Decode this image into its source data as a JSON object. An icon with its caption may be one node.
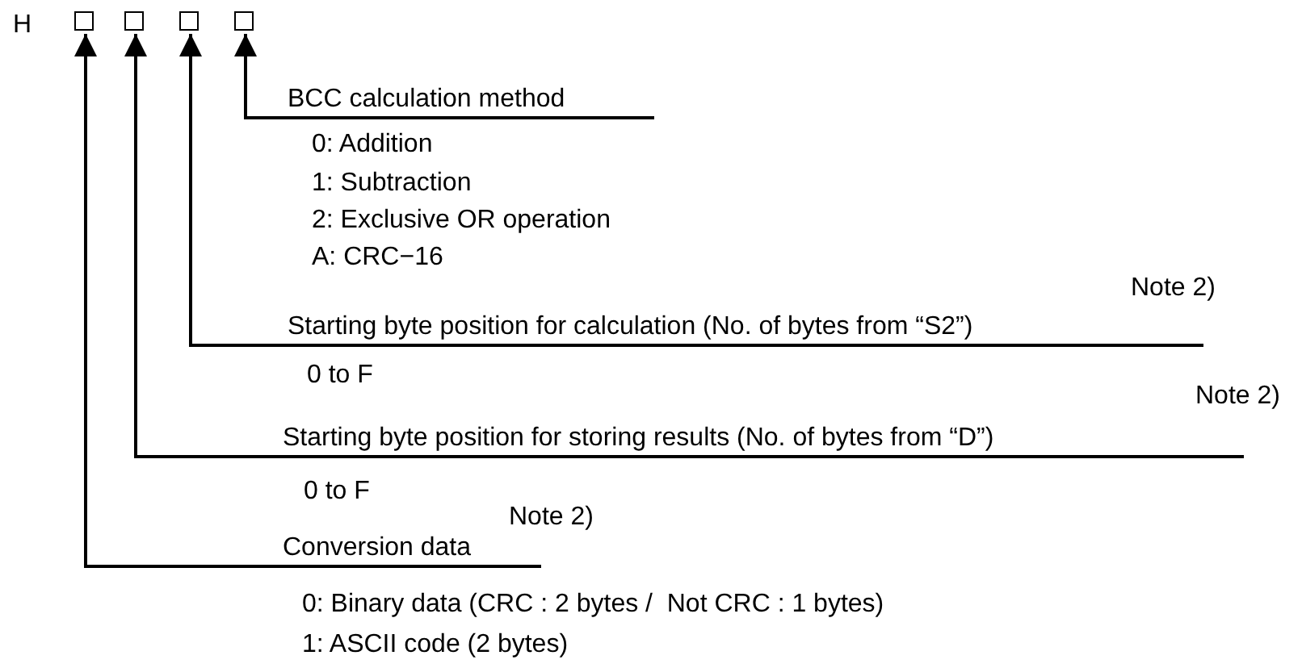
{
  "diagram": {
    "nodes": [
      {
        "text": [],
        "shape": "box"
      },
      {
        "text": [],
        "shape": "box"
      },
      {
        "text": [],
        "shape": "box"
      },
      {
        "text": [],
        "shape": "box"
      },
      {
        "text": [
          "BCC calculation method"
        ]
      },
      {
        "text": [
          "Starting byte position for calculation (No. of bytes from “S2”)"
        ],
        "beside": [
          "Note 2)"
        ]
      },
      {
        "text": [
          "Starting byte position for storing results (No. of bytes from “D”)"
        ],
        "beside": [
          "Note 2)"
        ]
      },
      {
        "text": [
          "Conversion data"
        ],
        "beside": [
          "Note 2)"
        ]
      }
    ],
    "edges": [
      {
        "from": 4,
        "to": 3,
        "arrow": "to"
      },
      {
        "from": 5,
        "to": 2,
        "arrow": "to"
      },
      {
        "from": 6,
        "to": 1,
        "arrow": "to"
      },
      {
        "from": 7,
        "to": 0,
        "arrow": "to"
      }
    ],
    "labels": [
      "H",
      "0: Addition",
      "1: Subtraction",
      "2: Exclusive OR operation",
      "A: CRC−16",
      "0 to F",
      "0 to F",
      "0: Binary data (CRC : 2 bytes /  Not CRC : 1 bytes)",
      "1: ASCII code (2 bytes)"
    ]
  }
}
